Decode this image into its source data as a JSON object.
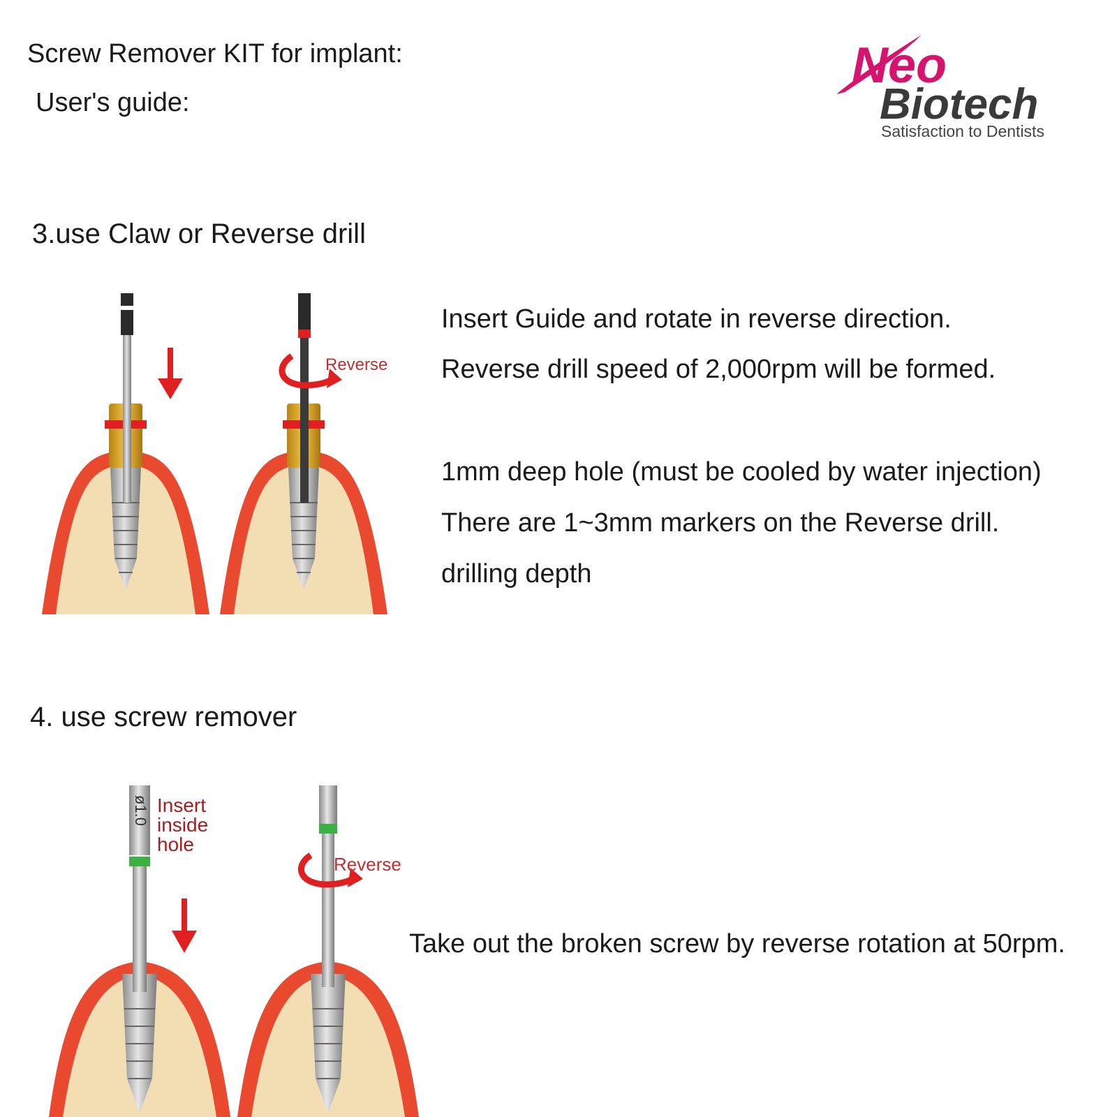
{
  "header": {
    "title": "Screw Remover KIT for implant:",
    "subtitle": "User's guide:"
  },
  "logo": {
    "brand_line1": "Neo",
    "brand_line2": "Biotech",
    "tagline": "Satisfaction to Dentists",
    "colors": {
      "neo": "#d4146e",
      "biotech": "#3a3a3a"
    }
  },
  "step3": {
    "heading": "3.use Claw or Reverse drill",
    "figure_label": "Reverse",
    "lines": [
      "Insert Guide and rotate in reverse direction.",
      "Reverse drill speed of 2,000rpm will be formed.",
      "1mm deep hole (must be cooled by water injection)",
      "There are 1~3mm markers on the Reverse drill.",
      "drilling depth"
    ]
  },
  "step4": {
    "heading": "4. use screw remover",
    "figure_size_label": "ø1.0",
    "figure_label_insert": [
      "Insert",
      "inside",
      "hole"
    ],
    "figure_label_reverse": "Reverse",
    "lines": [
      "Take out the broken screw by reverse rotation at 50rpm."
    ]
  },
  "colors": {
    "gum": "#e8492f",
    "bone": "#f3deb4",
    "gold": "#d7a12a",
    "arrow": "#e02020",
    "text": "#1a1a1a"
  }
}
